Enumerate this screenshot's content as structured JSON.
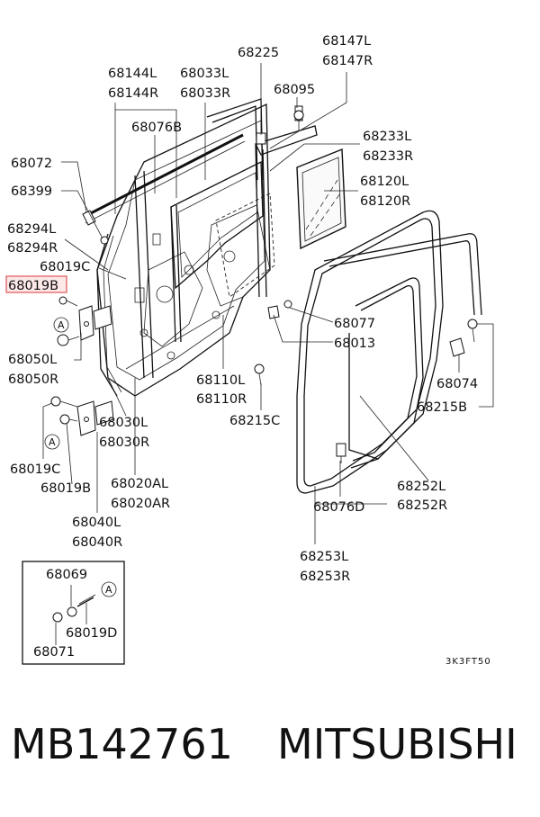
{
  "diagram": {
    "labels": {
      "l68225": "68225",
      "l68147L": "68147L",
      "l68147R": "68147R",
      "l68144L": "68144L",
      "l68144R": "68144R",
      "l68033L": "68033L",
      "l68033R": "68033R",
      "l68095": "68095",
      "l68076B": "68076B",
      "l68233L": "68233L",
      "l68233R": "68233R",
      "l68072": "68072",
      "l68120L": "68120L",
      "l68120R": "68120R",
      "l68399": "68399",
      "l68294L": "68294L",
      "l68294R": "68294R",
      "l68019C_top": "68019C",
      "l68019B_hl": "68019B",
      "l68077": "68077",
      "l68013": "68013",
      "l68050L": "68050L",
      "l68050R": "68050R",
      "l68110L": "68110L",
      "l68110R": "68110R",
      "l68074": "68074",
      "l68215C": "68215C",
      "l68215B": "68215B",
      "l68030L": "68030L",
      "l68030R": "68030R",
      "l68019C_bot": "68019C",
      "l68019B_bot": "68019B",
      "l68020AL": "68020AL",
      "l68020AR": "68020AR",
      "l68252L": "68252L",
      "l68252R": "68252R",
      "l68076D": "68076D",
      "l68040L": "68040L",
      "l68040R": "68040R",
      "l68253L": "68253L",
      "l68253R": "68253R",
      "l68069": "68069",
      "l68019D": "68019D",
      "l68071": "68071",
      "ref_code": "3K3FT50",
      "callout_a": "A"
    },
    "highlighted_part": "68019B",
    "highlight_color": "#e05555"
  },
  "caption": {
    "part_number": "MB142761",
    "brand": "MITSUBISHI"
  }
}
